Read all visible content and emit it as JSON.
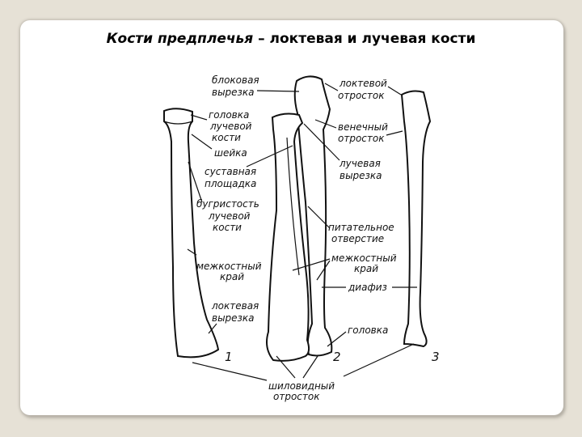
{
  "title": {
    "italic_part": "Кости предплечья",
    "rest": " – локтевая и лучевая кости"
  },
  "labels": {
    "trochlear_notch": [
      "блоковая",
      "вырезка"
    ],
    "radial_head": [
      "головка",
      "лучевой",
      "кости"
    ],
    "neck": [
      "шейка"
    ],
    "articular_surface": [
      "суставная",
      "площадка"
    ],
    "radial_tuberosity": [
      "бугристость",
      "лучевой",
      "кости"
    ],
    "interosseous_border_left": [
      "межкостный",
      "край"
    ],
    "ulnar_notch": [
      "локтевая",
      "вырезка"
    ],
    "olecranon": [
      "локтевой",
      "отросток"
    ],
    "coronoid_process": [
      "венечный",
      "отросток"
    ],
    "radial_notch": [
      "лучевая",
      "вырезка"
    ],
    "nutrient_foramen": [
      "питательное",
      "отверстие"
    ],
    "interosseous_border_mid": [
      "межкостный",
      "край"
    ],
    "diaphysis": [
      "диафиз"
    ],
    "head": [
      "головка"
    ],
    "styloid_process": [
      "шиловидный",
      "отросток"
    ]
  },
  "numbers": [
    "1",
    "2",
    "3"
  ]
}
